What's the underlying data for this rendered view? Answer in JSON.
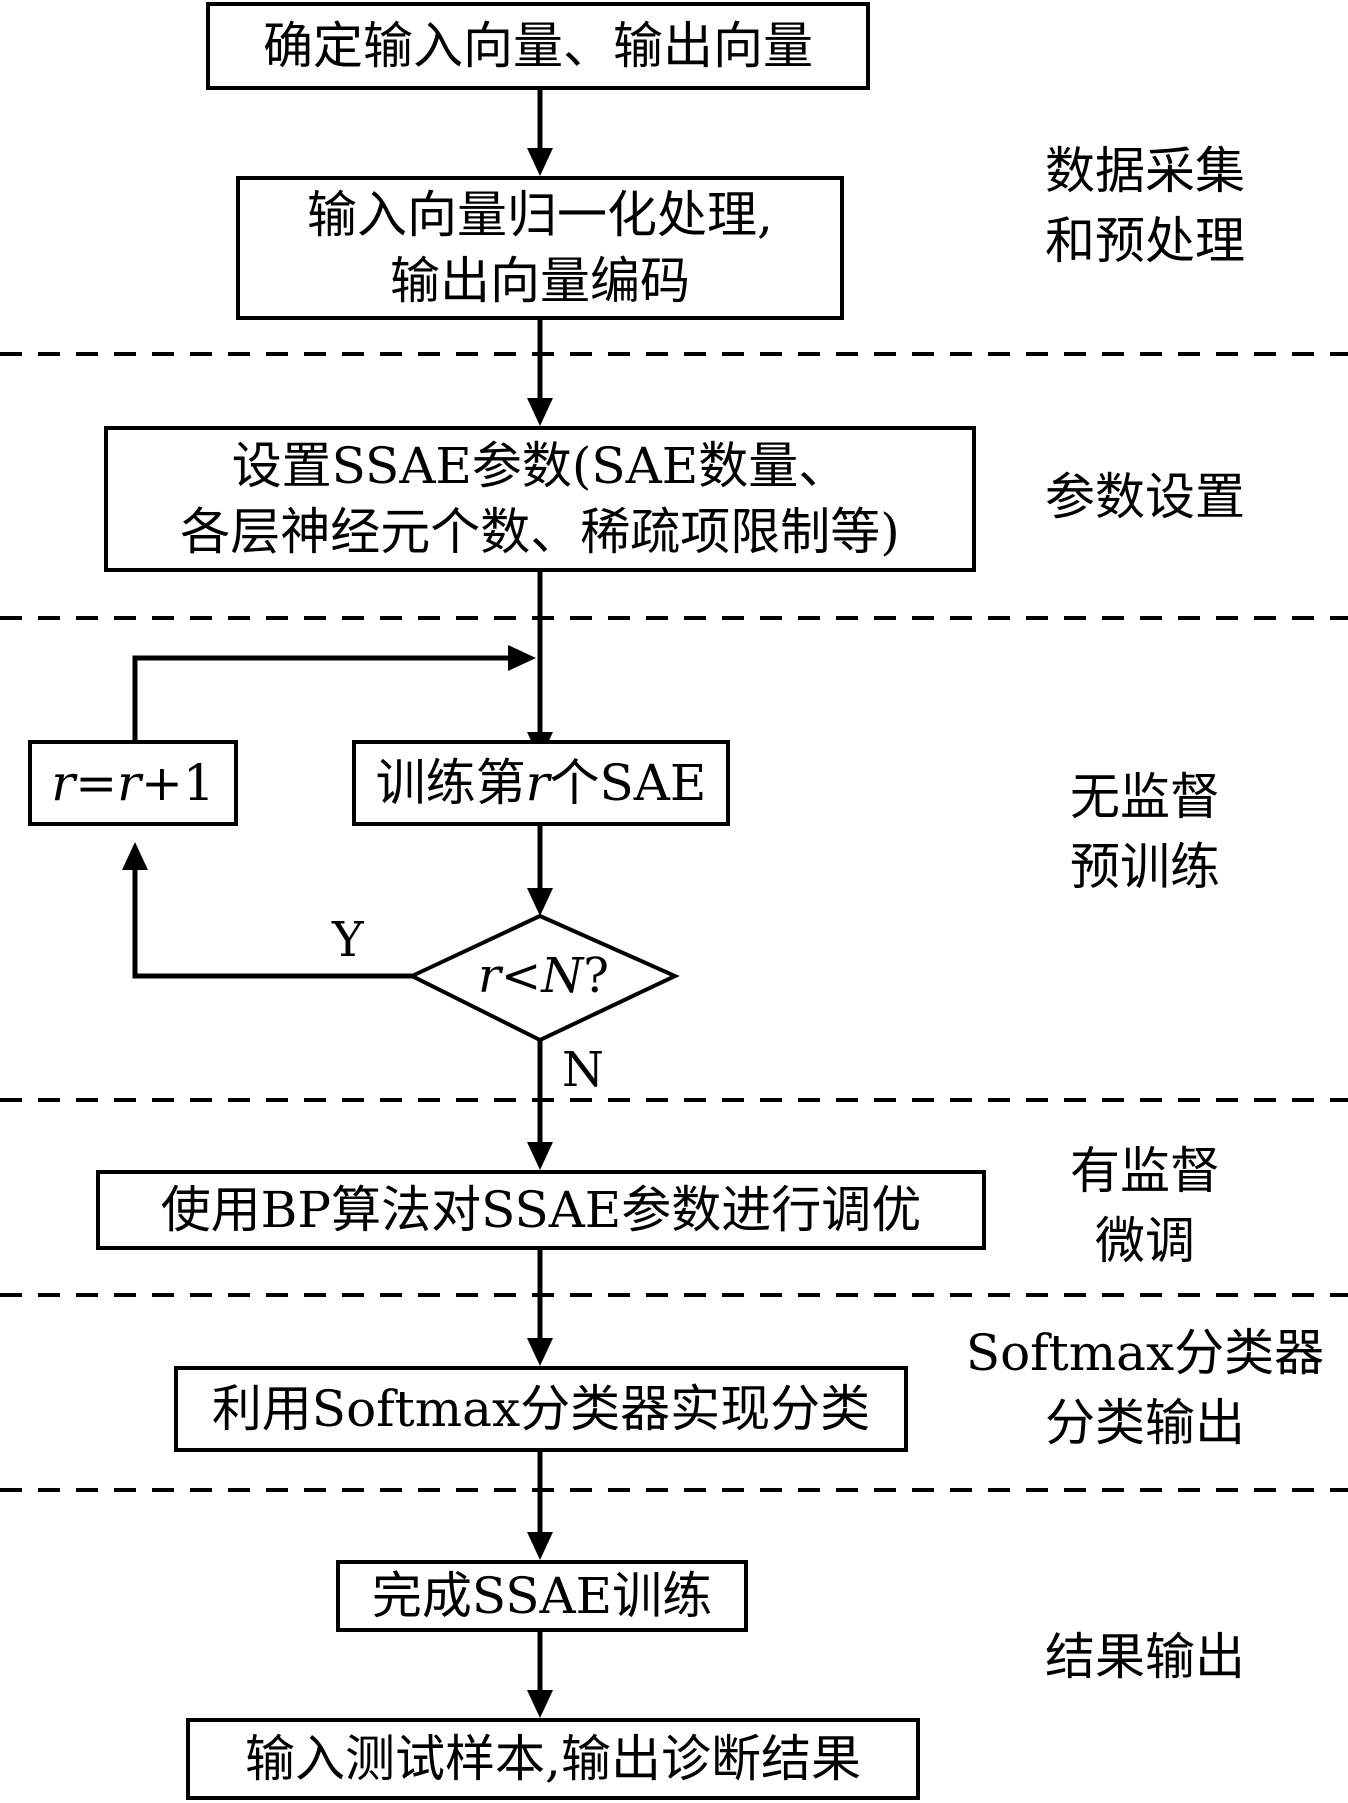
{
  "steps": {
    "s1": "确定输入向量、输出向量",
    "s2_line1": "输入向量归一化处理,",
    "s2_line2": "输出向量编码",
    "s3_line1": "设置SSAE参数(SAE数量、",
    "s3_line2": "各层神经元个数、稀疏项限制等)",
    "counter": {
      "a": "r",
      "b": "=",
      "c": "r",
      "d": "+1"
    },
    "train": {
      "pre": "训练第",
      "var": "r",
      "post": "个SAE"
    },
    "s5": "使用BP算法对SSAE参数进行调优",
    "s6": "利用Softmax分类器实现分类",
    "s7": "完成SSAE训练",
    "s8": "输入测试样本,输出诊断结果"
  },
  "decision": {
    "a": "r",
    "op": "<",
    "b": "N",
    "q": "?",
    "yes": "Y",
    "no": "N"
  },
  "stages": {
    "preprocess": [
      "数据采集",
      "和预处理"
    ],
    "params": [
      "参数设置"
    ],
    "pretrain": [
      "无监督",
      "预训练"
    ],
    "finetune": [
      "有监督",
      "微调"
    ],
    "classify": [
      "Softmax分类器",
      "分类输出"
    ],
    "result": [
      "结果输出"
    ]
  }
}
